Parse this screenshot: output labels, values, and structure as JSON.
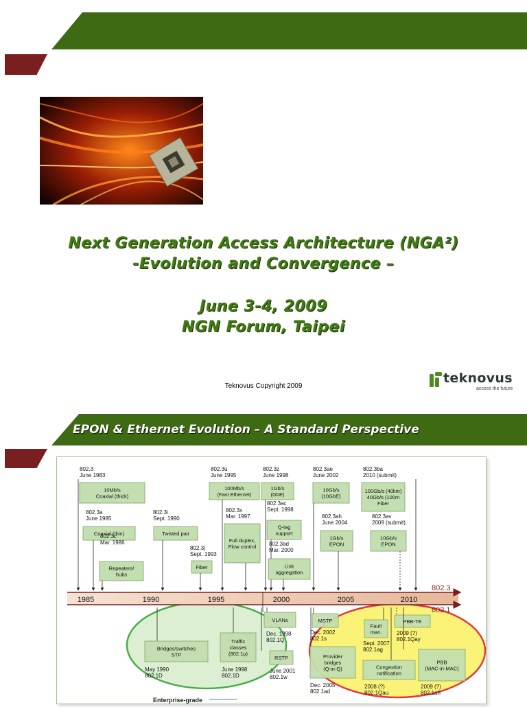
{
  "slide1": {
    "title_line1": "Next Generation Access Architecture (NGA²)",
    "title_line2": "-Evolution and Convergence –",
    "date_line": "June 3-4, 2009",
    "venue_line": "NGN Forum, Taipei",
    "copyright": "Teknovus Copyright 2009",
    "logo_name": "teknovus",
    "logo_tagline": "access the future"
  },
  "slide2": {
    "title": "EPON & Ethernet  Evolution – A Standard Perspective",
    "years": [
      "1985",
      "1990",
      "1995",
      "2000",
      "2005",
      "2010"
    ],
    "tracks": [
      "802.3",
      "802.1"
    ],
    "top": [
      {
        "id": "3",
        "std": "802.3",
        "date": "June 1983",
        "l1": "10Mb/s",
        "l2": "Coaxial (thick)",
        "l3": ""
      },
      {
        "id": "3a",
        "std": "802.3a",
        "date": "June 1985",
        "l1": "Coaxial (thin)",
        "l2": "",
        "l3": ""
      },
      {
        "id": "3c",
        "std": "802.3c",
        "date": "Mar. 1986",
        "l1": "Repeaters/",
        "l2": "hubs",
        "l3": ""
      },
      {
        "id": "3i",
        "std": "802.3i",
        "date": "Sept. 1990",
        "l1": "Twisted pair",
        "l2": "",
        "l3": ""
      },
      {
        "id": "3j",
        "std": "802.3j",
        "date": "Sept. 1993",
        "l1": "Fiber",
        "l2": "",
        "l3": ""
      },
      {
        "id": "3u",
        "std": "802.3u",
        "date": "June 1995",
        "l1": "100Mb/s",
        "l2": "(Fast Ethernet)",
        "l3": ""
      },
      {
        "id": "3x",
        "std": "802.3x",
        "date": "Mar. 1997",
        "l1": "Full duplex,",
        "l2": "Flow control",
        "l3": ""
      },
      {
        "id": "3z",
        "std": "802.3z",
        "date": "June 1998",
        "l1": "1Gb/s",
        "l2": "(GbE)",
        "l3": ""
      },
      {
        "id": "3ac",
        "std": "802.3ac",
        "date": "Sept. 1998",
        "l1": "Q-tag",
        "l2": "support",
        "l3": ""
      },
      {
        "id": "3ad",
        "std": "802.3ad",
        "date": "Mar. 2000",
        "l1": "Link",
        "l2": "aggregation",
        "l3": ""
      },
      {
        "id": "3ae",
        "std": "802.3ae",
        "date": "June 2002",
        "l1": "10Gb/s",
        "l2": "(10GbE)",
        "l3": ""
      },
      {
        "id": "3ah",
        "std": "802.3ah",
        "date": "June 2004",
        "l1": "1Gb/s",
        "l2": "EPON",
        "l3": ""
      },
      {
        "id": "3ba",
        "std": "802.3ba",
        "date": "2010 (submit)",
        "l1": "100Gb/s (40km)",
        "l2": "40Gb/s (100m",
        "l3": "Fiber"
      },
      {
        "id": "3av",
        "std": "802.3av",
        "date": "2009 (submit)",
        "l1": "10Gb/s",
        "l2": "EPON",
        "l3": ""
      }
    ],
    "bottom": [
      {
        "id": "1d",
        "l1": "Bridges/switches",
        "l2": "STP",
        "d1": "May 1990",
        "d2": "802.1D"
      },
      {
        "id": "1p",
        "l1": "Traffic",
        "l2": "classes",
        "l3": "(802.1p)",
        "d1": "June 1998",
        "d2": "802.1D"
      },
      {
        "id": "1q",
        "l1": "VLANs",
        "l2": "",
        "d1": "Dec. 1998",
        "d2": "802.1Q"
      },
      {
        "id": "1w",
        "l1": "RSTP",
        "l2": "",
        "d1": "June 2001",
        "d2": "802.1w"
      },
      {
        "id": "1s",
        "l1": "MSTP",
        "l2": "",
        "d1": "Dec. 2002",
        "d2": "802.1s"
      },
      {
        "id": "1ad",
        "l1": "Provider",
        "l2": "bridges",
        "l3": "(Q-in-Q)",
        "d1": "Dec. 2005",
        "d2": "802.1ad"
      },
      {
        "id": "1ag",
        "l1": "Fault",
        "l2": "man.",
        "d1": "Sept. 2007",
        "d2": "802.1ag"
      },
      {
        "id": "1qay",
        "l1": "PBB-TE",
        "l2": "",
        "d1": "2009 (?)",
        "d2": "802.1Qay"
      },
      {
        "id": "1qau",
        "l1": "Congestion",
        "l2": "notification",
        "d1": "2008 (?)",
        "d2": "802.1Qau"
      },
      {
        "id": "1ah",
        "l1": "PBB",
        "l2": "(MAC-in-MAC)",
        "d1": "2009 (?)",
        "d2": "802.1ah"
      }
    ],
    "footer_label": "Enterprise-grade"
  },
  "colors": {
    "banner_green": "#3f6a14",
    "title_green": "#3f7a12",
    "maroon": "#7a1f1f",
    "box_green": "#c3deb0",
    "timeline": "#7a1f1f"
  }
}
